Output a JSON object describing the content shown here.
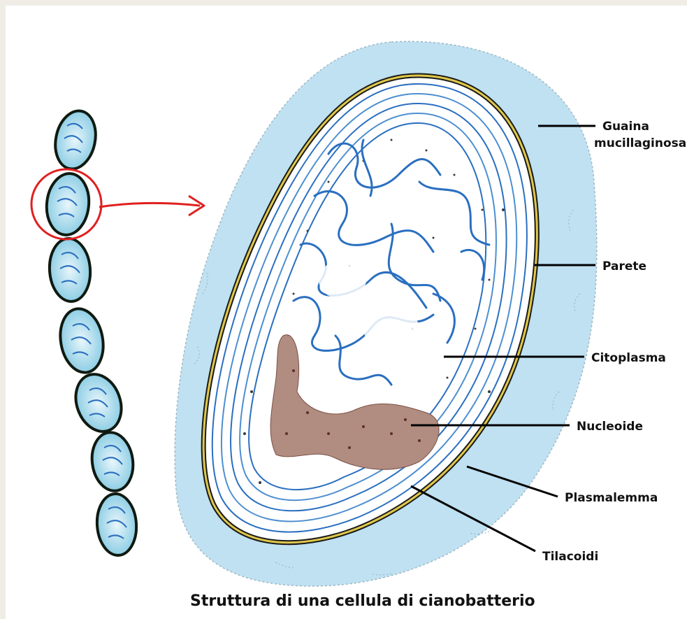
{
  "diagram": {
    "title": "Struttura di una cellula di cianobatterio",
    "labels": {
      "guaina_line1": "Guaina",
      "guaina_line2": "mucillaginosa",
      "parete": "Parete",
      "citoplasma": "Citoplasma",
      "nucleoide": "Nucleoide",
      "plasmalemma": "Plasmalemma",
      "tilacoidi": "Tilacoidi"
    },
    "colors": {
      "sheath": "#bcdff0",
      "wall": "#d8c24a",
      "thylakoid": "#2a6fc0",
      "nucleoid": "#b18c80",
      "highlight_circle": "#e02020",
      "leader_lines": "#000000"
    }
  }
}
